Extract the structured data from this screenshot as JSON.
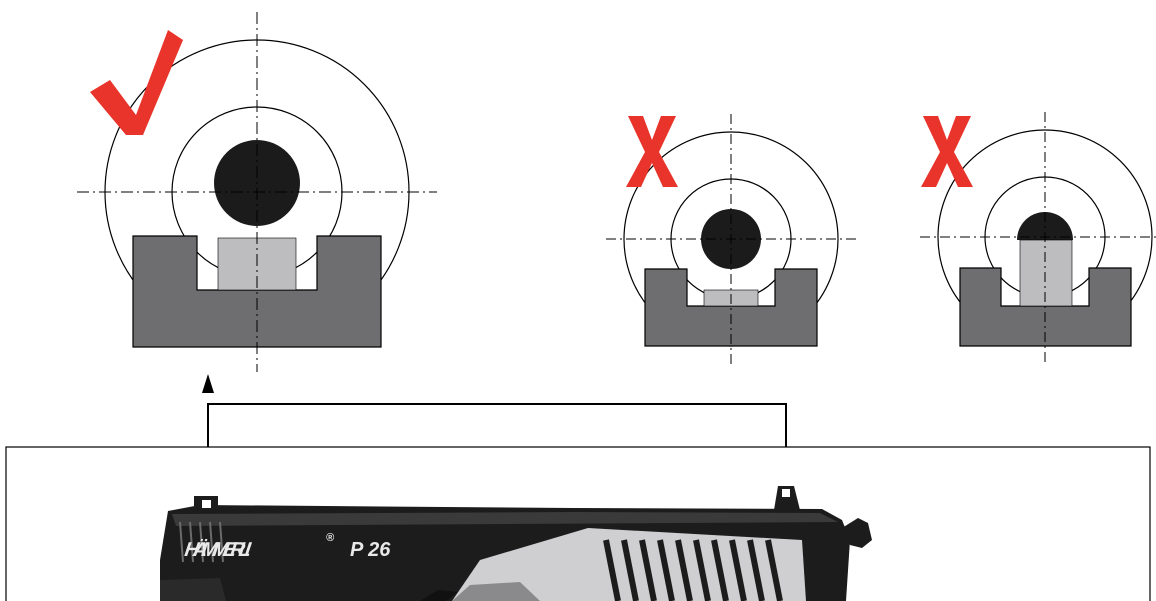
{
  "pistol": {
    "brand": "HÄMMERLI",
    "model": "P 26",
    "registered_mark": "®"
  },
  "sight_pictures": [
    {
      "verdict": "correct",
      "mark_icon": "check-mark-icon",
      "mark_color": "#e8342a"
    },
    {
      "verdict": "incorrect",
      "mark_icon": "x-mark-icon",
      "mark_color": "#e8342a"
    },
    {
      "verdict": "incorrect",
      "mark_icon": "x-mark-icon",
      "mark_color": "#e8342a"
    }
  ],
  "colors": {
    "rear_sight": "#6e6e70",
    "front_sight": "#bdbdbf",
    "bull": "#1b1b1b",
    "mark": "#e8342a",
    "slide": "#1c1c1c"
  }
}
